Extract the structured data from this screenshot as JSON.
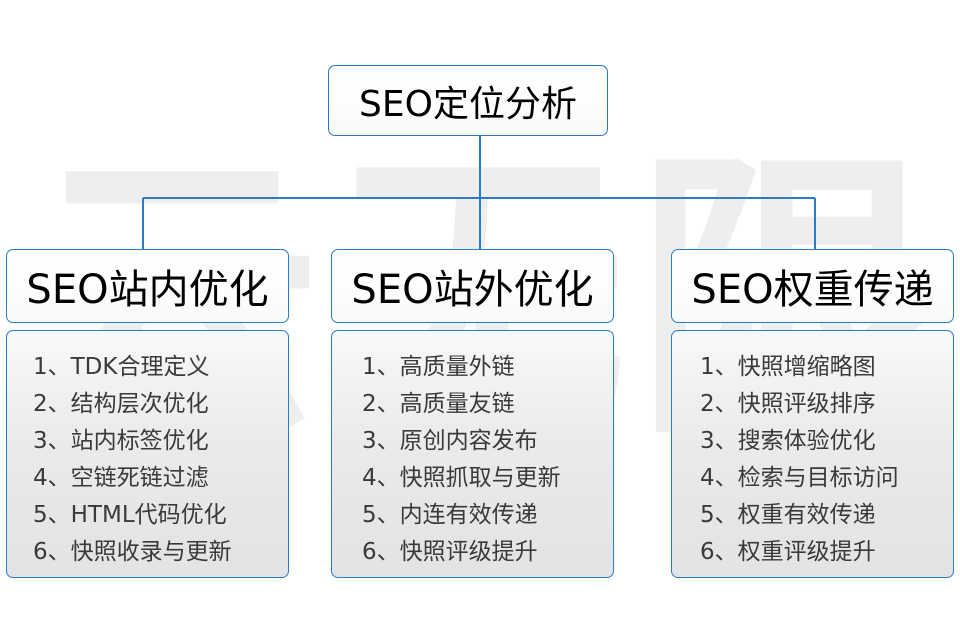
{
  "watermark": {
    "text": "云无限"
  },
  "diagram": {
    "type": "org-chart",
    "root": {
      "title": "SEO定位分析"
    },
    "columns": [
      {
        "title": "SEO站内优化",
        "items": [
          "1、TDK合理定义",
          "2、结构层次优化",
          "3、站内标签优化",
          "4、空链死链过滤",
          "5、HTML代码优化",
          "6、快照收录与更新"
        ]
      },
      {
        "title": "SEO站外优化",
        "items": [
          "1、高质量外链",
          "2、高质量友链",
          "3、原创内容发布",
          "4、快照抓取与更新",
          "5、内连有效传递",
          "6、快照评级提升"
        ]
      },
      {
        "title": "SEO权重传递",
        "items": [
          "1、快照增缩略图",
          "2、快照评级排序",
          "3、搜索体验优化",
          "4、检索与目标访问",
          "5、权重有效传递",
          "6、权重评级提升"
        ]
      }
    ],
    "colors": {
      "border": "#2b7cc4",
      "connector": "#2b7cc4",
      "title_text": "#000000",
      "item_text": "#3a3a3a",
      "watermark": "#ededed",
      "background": "#ffffff"
    }
  }
}
